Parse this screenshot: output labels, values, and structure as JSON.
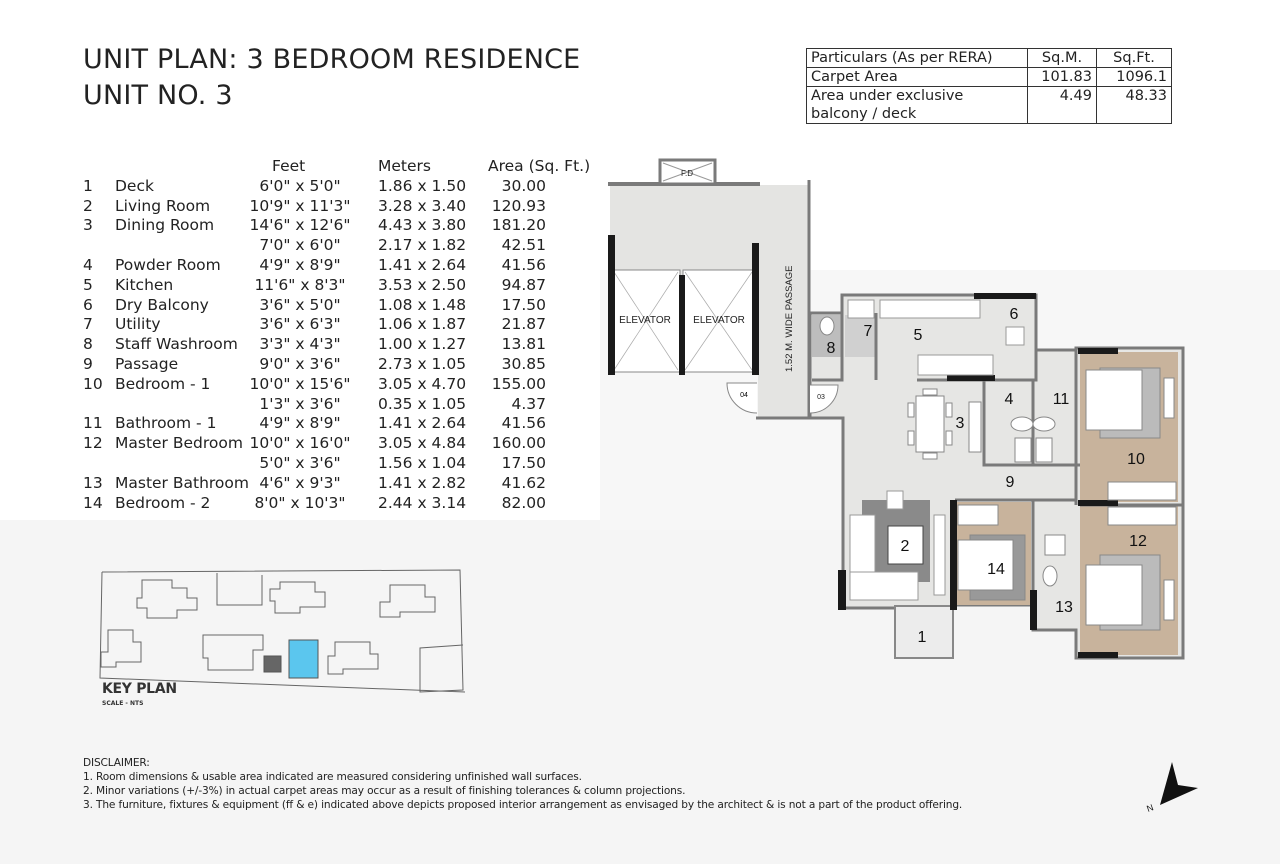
{
  "title": {
    "line1": "UNIT PLAN: 3 BEDROOM RESIDENCE",
    "line2": "UNIT NO. 3"
  },
  "rera_table": {
    "headers": [
      "Particulars (As per RERA)",
      "Sq.M.",
      "Sq.Ft."
    ],
    "rows": [
      [
        "Carpet Area",
        "101.83",
        "1096.1"
      ],
      [
        "Area under exclusive balcony / deck",
        "4.49",
        "48.33"
      ]
    ]
  },
  "rooms": {
    "headers": {
      "feet": "Feet",
      "meters": "Meters",
      "area": "Area (Sq. Ft.)"
    },
    "rows": [
      {
        "no": "1",
        "name": "Deck",
        "feet": "6'0\" x 5'0\"",
        "meters": "1.86 x 1.50",
        "area": "30.00"
      },
      {
        "no": "2",
        "name": "Living Room",
        "feet": "10'9\" x 11'3\"",
        "meters": "3.28 x 3.40",
        "area": "120.93"
      },
      {
        "no": "3",
        "name": "Dining Room",
        "feet": "14'6\" x 12'6\"",
        "meters": "4.43 x 3.80",
        "area": "181.20"
      },
      {
        "no": "",
        "name": "",
        "feet": "7'0\" x 6'0\"",
        "meters": "2.17 x 1.82",
        "area": "42.51"
      },
      {
        "no": "4",
        "name": "Powder Room",
        "feet": "4'9\" x 8'9\"",
        "meters": "1.41 x 2.64",
        "area": "41.56"
      },
      {
        "no": "5",
        "name": "Kitchen",
        "feet": "11'6\" x 8'3\"",
        "meters": "3.53 x 2.50",
        "area": "94.87"
      },
      {
        "no": "6",
        "name": "Dry Balcony",
        "feet": "3'6\" x 5'0\"",
        "meters": "1.08 x 1.48",
        "area": "17.50"
      },
      {
        "no": "7",
        "name": "Utility",
        "feet": "3'6\" x 6'3\"",
        "meters": "1.06 x 1.87",
        "area": "21.87"
      },
      {
        "no": "8",
        "name": "Staff Washroom",
        "feet": "3'3\" x 4'3\"",
        "meters": "1.00 x 1.27",
        "area": "13.81"
      },
      {
        "no": "9",
        "name": "Passage",
        "feet": "9'0\" x 3'6\"",
        "meters": "2.73 x 1.05",
        "area": "30.85"
      },
      {
        "no": "10",
        "name": "Bedroom - 1",
        "feet": "10'0\" x 15'6\"",
        "meters": "3.05 x 4.70",
        "area": "155.00"
      },
      {
        "no": "",
        "name": "",
        "feet": "1'3\" x 3'6\"",
        "meters": "0.35 x 1.05",
        "area": "4.37"
      },
      {
        "no": "11",
        "name": "Bathroom - 1",
        "feet": "4'9\" x 8'9\"",
        "meters": "1.41 x 2.64",
        "area": "41.56"
      },
      {
        "no": "12",
        "name": "Master Bedroom",
        "feet": "10'0\" x 16'0\"",
        "meters": "3.05 x 4.84",
        "area": "160.00"
      },
      {
        "no": "",
        "name": "",
        "feet": "5'0\" x 3'6\"",
        "meters": "1.56 x 1.04",
        "area": "17.50"
      },
      {
        "no": "13",
        "name": "Master Bathroom",
        "feet": "4'6\" x 9'3\"",
        "meters": "1.41 x 2.82",
        "area": "41.62"
      },
      {
        "no": "14",
        "name": "Bedroom - 2",
        "feet": "8'0\" x 10'3\"",
        "meters": "2.44 x 3.14",
        "area": "82.00"
      }
    ]
  },
  "floor_plan": {
    "fd_label": "F.D",
    "elevator_label": "ELEVATOR",
    "passage_label": "1.52 M. WIDE PASSAGE",
    "door_04": "04",
    "door_03": "03",
    "room_numbers": [
      "1",
      "2",
      "3",
      "4",
      "5",
      "6",
      "7",
      "8",
      "9",
      "10",
      "11",
      "12",
      "13",
      "14"
    ],
    "colors": {
      "floor": "#e6e6e4",
      "wood": "#c8b39c",
      "wall": "#7a7a7a",
      "column": "#1a1a1a"
    }
  },
  "key_plan": {
    "title": "KEY PLAN",
    "scale": "SCALE - NTS",
    "highlight_color": "#5bc6ee"
  },
  "disclaimer": {
    "heading": "DISCLAIMER:",
    "items": [
      "1. Room dimensions & usable area indicated are measured considering unfinished wall surfaces.",
      "2. Minor variations (+/-3%) in actual carpet areas may occur as a result of finishing tolerances & column projections.",
      "3. The furniture, fixtures & equipment (ff & e) indicated above depicts proposed interior arrangement as envisaged by the architect & is not a part of the product offering."
    ]
  },
  "north_label": "N"
}
